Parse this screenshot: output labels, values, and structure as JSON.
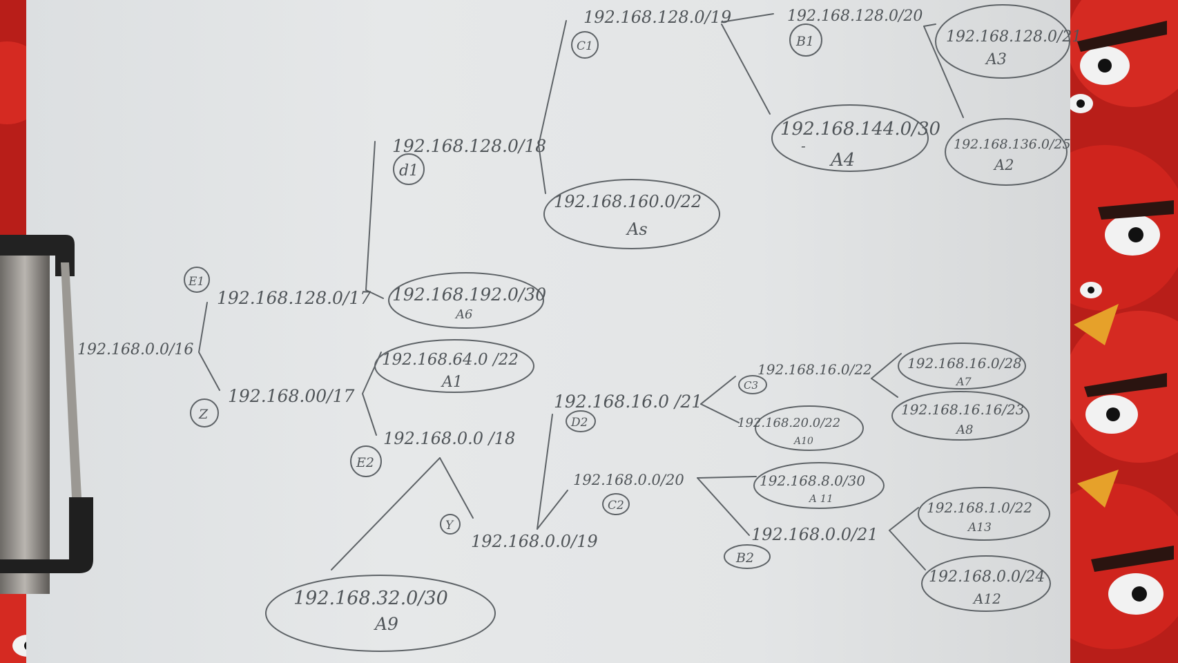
{
  "diagram": {
    "root": {
      "label": "192.168.0.0/16"
    },
    "nodes": {
      "E1": {
        "tag": "E1",
        "label": "192.168.128.0/17"
      },
      "Z": {
        "tag": "Z",
        "label": "192.168.00/17"
      },
      "d1": {
        "tag": "d1",
        "label": "192.168.128.0/18"
      },
      "C1": {
        "tag": "C1",
        "label": "192.168.128.0/19"
      },
      "B1": {
        "tag": "B1",
        "label": "192.168.128.0/20"
      },
      "E2": {
        "tag": "E2",
        "label": "192.168.0.0 /18"
      },
      "Y": {
        "tag": "Y",
        "label": "192.168.0.0/19"
      },
      "D2": {
        "tag": "D2",
        "label": "192.168.16.0 /21"
      },
      "C3": {
        "tag": "C3",
        "label": "192.168.16.0/22"
      },
      "C2": {
        "tag": "C2",
        "label": "192.168.0.0/20"
      },
      "B2": {
        "tag": "B2",
        "label": "192.168.0.0/21"
      }
    },
    "leaves": {
      "A3": {
        "addr": "192.168.128.0/21",
        "name": "A3"
      },
      "A2": {
        "addr": "192.168.136.0/25",
        "name": "A2"
      },
      "A4": {
        "addr": "192.168.144.0/30",
        "name": "A4",
        "mark": "-"
      },
      "A5": {
        "addr": "192.168.160.0/22",
        "name": "As"
      },
      "A6": {
        "addr": "192.168.192.0/30",
        "name": "A6"
      },
      "A1": {
        "addr": "192.168.64.0 /22",
        "name": "A1"
      },
      "A9": {
        "addr": "192.168.32.0/30",
        "name": "A9"
      },
      "A7": {
        "addr": "192.168.16.0/28",
        "name": "A7"
      },
      "A8": {
        "addr": "192.168.16.16/23",
        "name": "A8"
      },
      "A10": {
        "addr": "192.168.20.0/22",
        "name": "A10"
      },
      "A11": {
        "addr": "192.168.8.0/30",
        "name": "A 11"
      },
      "A13": {
        "addr": "192.168.1.0/22",
        "name": "A13"
      },
      "A12": {
        "addr": "192.168.0.0/24",
        "name": "A12"
      }
    },
    "colors": {
      "ink": "#4f5458",
      "paper": "#e3e5e6",
      "background": "#c0221c"
    }
  }
}
